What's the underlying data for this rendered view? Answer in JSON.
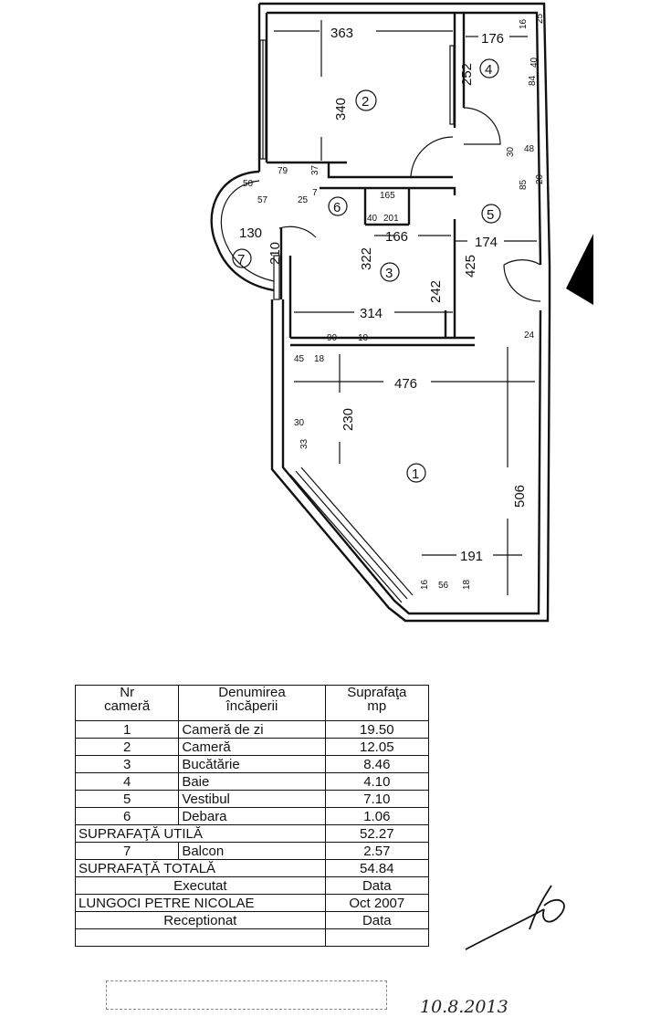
{
  "plan": {
    "dimensions": {
      "d363": "363",
      "d176": "176",
      "d340": "340",
      "d252": "252",
      "d166": "166",
      "d174": "174",
      "d130": "130",
      "d210": "210",
      "d322": "322",
      "d242": "242",
      "d425": "425",
      "d314": "314",
      "d476": "476",
      "d230": "230",
      "d506": "506",
      "d191": "191"
    },
    "small_dims": {
      "s16": "16",
      "s25": "25",
      "s40": "40",
      "s84": "84",
      "s30": "30",
      "s48": "48",
      "s85": "85",
      "s20": "20",
      "s79": "79",
      "s37": "37",
      "s50": "50",
      "s57": "57",
      "s7": "7",
      "s165": "165",
      "s40b": "40",
      "s201": "201",
      "s24": "24",
      "s45": "45",
      "s90": "90",
      "s10": "10",
      "s18": "18",
      "s33": "33",
      "s56": "56"
    },
    "rooms": {
      "r1": "1",
      "r2": "2",
      "r3": "3",
      "r4": "4",
      "r5": "5",
      "r6": "6",
      "r7": "7"
    }
  },
  "table": {
    "header": {
      "nr": "Nr\ncameră",
      "denumirea": "Denumirea\nîncăperii",
      "suprafata": "Suprafaţa\nmp"
    },
    "rows": [
      {
        "nr": "1",
        "name": "Cameră de zi",
        "area": "19.50"
      },
      {
        "nr": "2",
        "name": "Cameră",
        "area": "12.05"
      },
      {
        "nr": "3",
        "name": "Bucătărie",
        "area": "8.46"
      },
      {
        "nr": "4",
        "name": "Baie",
        "area": "4.10"
      },
      {
        "nr": "5",
        "name": "Vestibul",
        "area": "7.10"
      },
      {
        "nr": "6",
        "name": "Debara",
        "area": "1.06"
      }
    ],
    "util_label": "SUPRAFAŢĂ UTILĂ",
    "util_value": "52.27",
    "balcon": {
      "nr": "7",
      "name": "Balcon",
      "area": "2.57"
    },
    "total_label": "SUPRAFAŢĂ TOTALĂ",
    "total_value": "54.84",
    "executat_label": "Executat",
    "executat_date_label": "Data",
    "author": "LUNGOCI PETRE NICOLAE",
    "author_date": "Oct 2007",
    "receptionat_label": "Receptionat",
    "receptionat_date_label": "Data"
  },
  "handwritten_date": "10.8.2013"
}
